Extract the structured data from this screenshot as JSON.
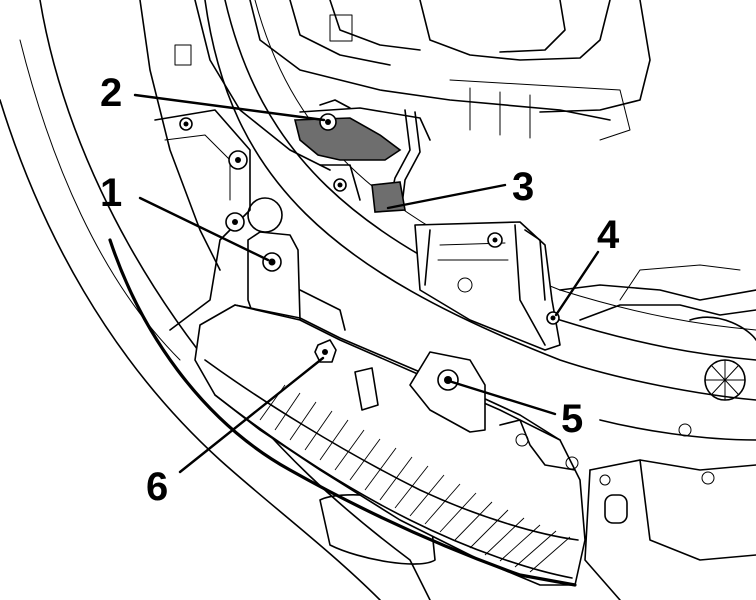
{
  "callouts": {
    "c1": "1",
    "c2": "2",
    "c3": "3",
    "c4": "4",
    "c5": "5",
    "c6": "6"
  },
  "colors": {
    "line": "#000000",
    "background": "#ffffff",
    "shaded_part": "#6e6e6e"
  },
  "icons": {
    "bolt": "bolt-icon",
    "nut": "nut-icon"
  }
}
